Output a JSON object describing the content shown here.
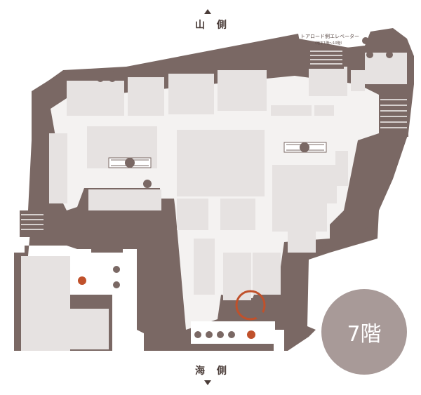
{
  "directions": {
    "north": "山 側",
    "south": "海 側"
  },
  "floor": "7階",
  "elevator": {
    "label": "トアロード側エレベーター",
    "note": "（地下1階〜10階）"
  },
  "icons": [
    "wheelchair-icon",
    "baby-care-icon",
    "escalator-icon",
    "escalator-icon",
    "nursing-room-icon",
    "telephone-icon",
    "elevator-icon",
    "restroom-icon",
    "current-location-icon"
  ],
  "colors": {
    "structure": "#7a6864",
    "shop": "#e6e2e1",
    "corridor": "#f4f2f1",
    "highlight": "#c0512b",
    "badge": "#a89a98"
  }
}
